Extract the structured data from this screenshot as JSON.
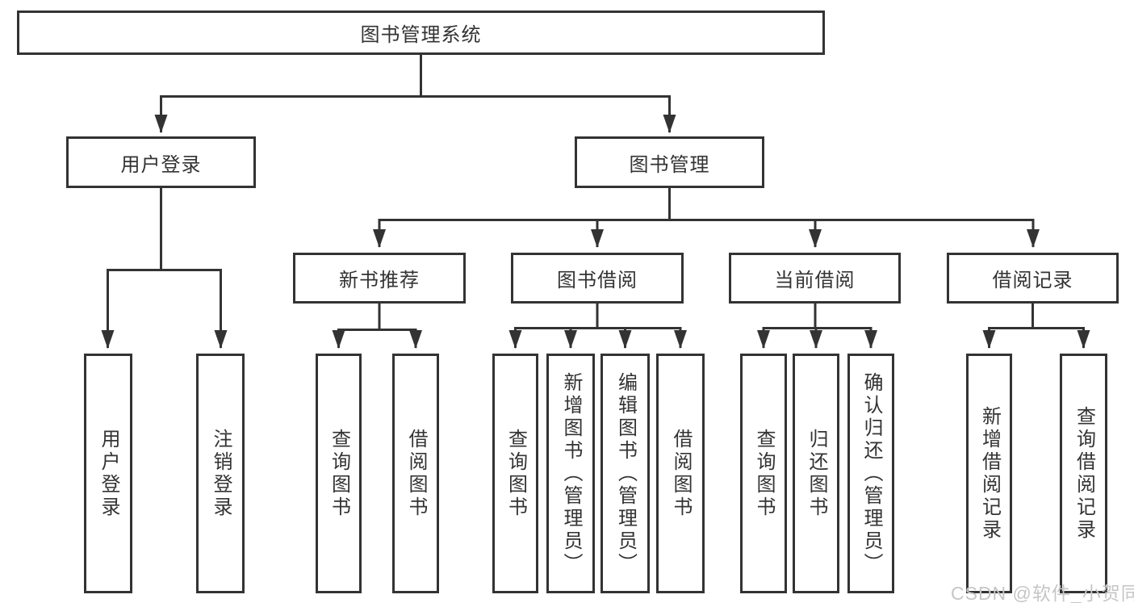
{
  "diagram": {
    "root": {
      "label": "图书管理系统"
    },
    "children": [
      {
        "label": "用户登录",
        "children": [
          {
            "label": "用户登录"
          },
          {
            "label": "注销登录"
          }
        ]
      },
      {
        "label": "图书管理",
        "children": [
          {
            "label": "新书推荐",
            "children": [
              {
                "label": "查询图书"
              },
              {
                "label": "借阅图书"
              }
            ]
          },
          {
            "label": "图书借阅",
            "children": [
              {
                "label": "查询图书"
              },
              {
                "label": "新增图书（管理员）"
              },
              {
                "label": "编辑图书（管理员）"
              },
              {
                "label": "借阅图书"
              }
            ]
          },
          {
            "label": "当前借阅",
            "children": [
              {
                "label": "查询图书"
              },
              {
                "label": "归还图书"
              },
              {
                "label": "确认归还（管理员）"
              }
            ]
          },
          {
            "label": "借阅记录",
            "children": [
              {
                "label": "新增借阅记录"
              },
              {
                "label": "查询借阅记录"
              }
            ]
          }
        ]
      }
    ]
  },
  "watermark": {
    "text": "CSDN @软件_小贺同学"
  },
  "colors": {
    "line": "#333333",
    "box_border": "#333333",
    "text": "#333333",
    "watermark": "#c6c6c6",
    "background": "#ffffff"
  }
}
